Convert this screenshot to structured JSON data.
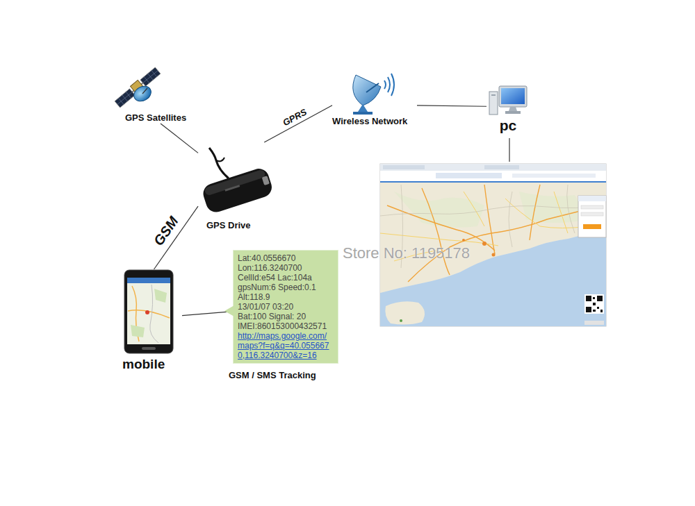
{
  "diagram": {
    "nodes": [
      {
        "text": [
          "GPS Satellites"
        ]
      },
      {
        "text": [
          "Wireless Network"
        ]
      },
      {
        "text": [
          "pc"
        ]
      },
      {
        "text": [
          "GPS Drive"
        ]
      },
      {
        "text": [
          "mobile"
        ]
      },
      {
        "text": [
          "Lat:40.0556670",
          "Lon:116.3240700",
          "CellId:e54 Lac:104a",
          "gpsNum:6 Speed:0.1",
          "Alt:118.9",
          "13/01/07 03:20",
          "Bat:100 Signal: 20",
          "IMEI:860153000432571",
          "http://maps.google.com/maps?f=q&q=40.0556670,116.3240700&z=16",
          "GSM / SMS Tracking"
        ]
      }
    ],
    "edges": [
      {
        "from": 0,
        "to": 3,
        "arrow": "none"
      },
      {
        "from": 3,
        "to": 1,
        "label": "GPRS",
        "arrow": "none"
      },
      {
        "from": 1,
        "to": 2,
        "arrow": "none"
      },
      {
        "from": 3,
        "to": 4,
        "label": "GSM",
        "arrow": "none"
      },
      {
        "from": 4,
        "to": 5,
        "arrow": "none"
      }
    ],
    "labels": [
      "Store No: 1195178"
    ]
  }
}
